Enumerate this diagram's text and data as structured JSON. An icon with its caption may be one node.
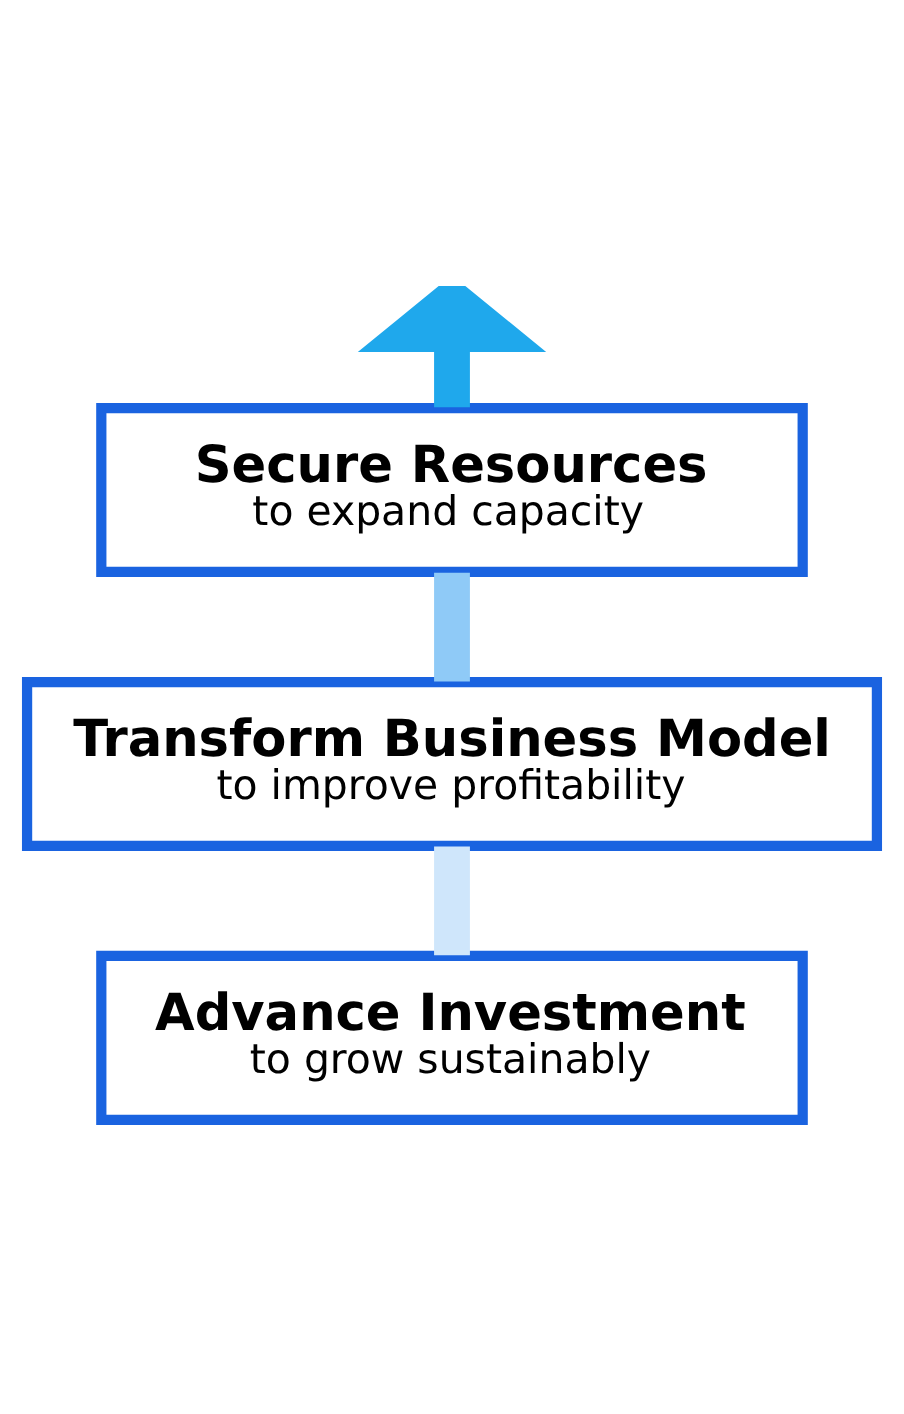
{
  "diagram": {
    "nodes": [
      {
        "text": [
          "Secure Resources",
          "to expand capacity"
        ]
      },
      {
        "text": [
          "Transform Business Model",
          "to improve profitability"
        ]
      },
      {
        "text": [
          "Advance Investment",
          "to grow sustainably"
        ]
      }
    ],
    "edges": [
      {
        "from": 2,
        "to": 1,
        "arrow": "none",
        "color": "#cfe6fb"
      },
      {
        "from": 1,
        "to": 0,
        "arrow": "none",
        "color": "#8fcaf7"
      },
      {
        "from": 0,
        "to": null,
        "arrow": "to",
        "color": "#1fa8ec"
      }
    ]
  }
}
